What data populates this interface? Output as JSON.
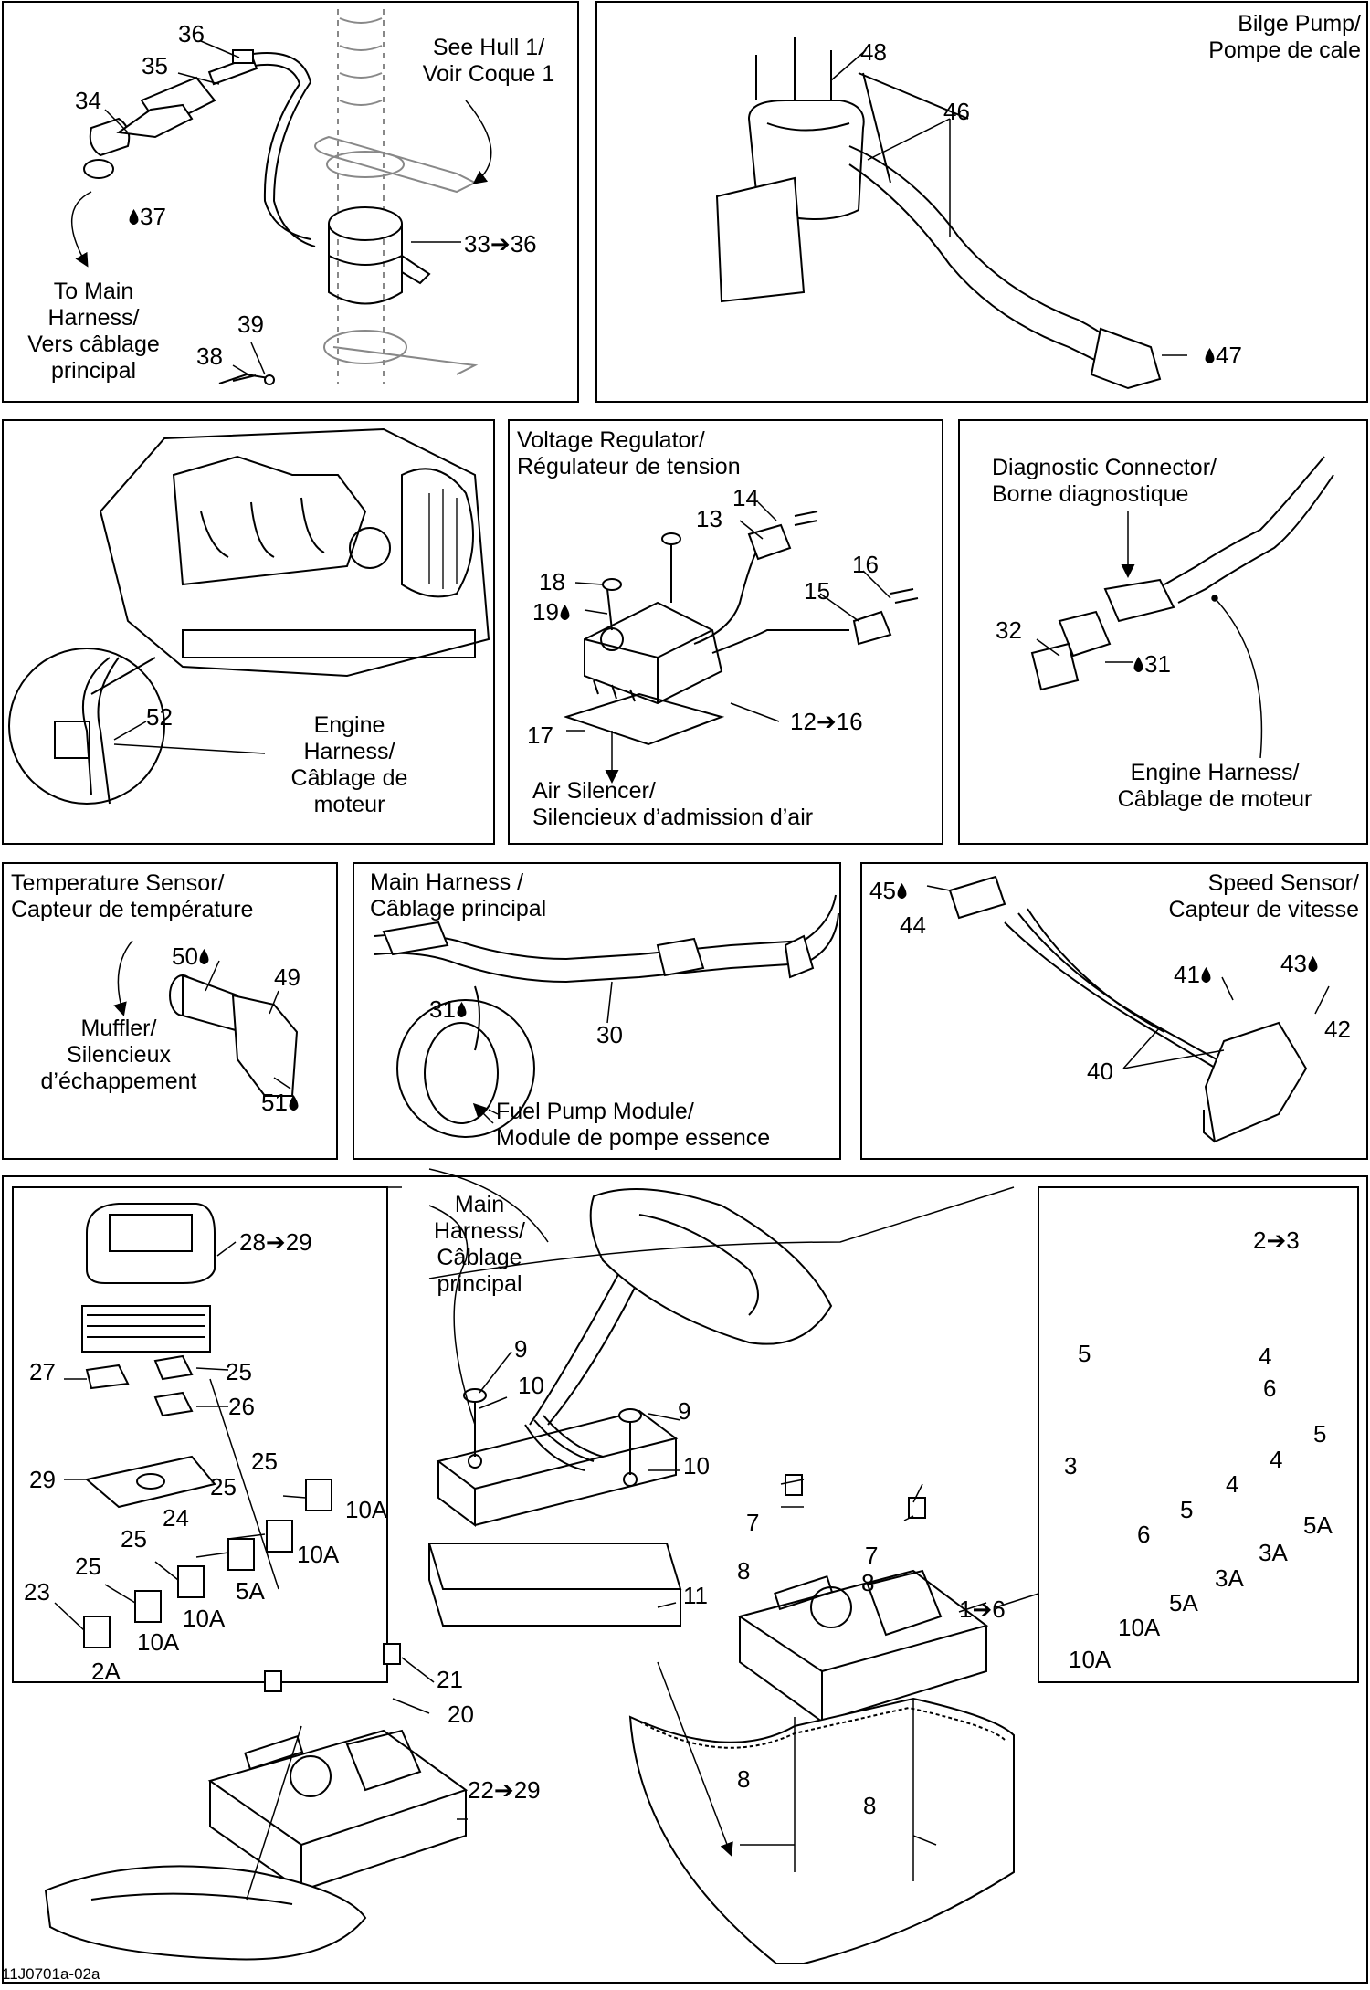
{
  "panels": {
    "hull": {
      "see_hull": "See Hull 1/",
      "voir_coque": "Voir Coque 1",
      "to_main": "To Main",
      "harness": "Harness/",
      "vers": "Vers câblage",
      "principal": "principal",
      "refs": {
        "r36": "36",
        "r35": "35",
        "r34": "34",
        "r37": "37",
        "r33_36": "33",
        "r33_36b": "36",
        "r39": "39",
        "r38": "38"
      }
    },
    "bilge": {
      "title1": "Bilge Pump/",
      "title2": "Pompe de cale",
      "refs": {
        "r48": "48",
        "r46": "46",
        "r47": "47"
      }
    },
    "engine": {
      "l1": "Engine",
      "l2": "Harness/",
      "l3": "Câblage de",
      "l4": "moteur",
      "refs": {
        "r52": "52"
      }
    },
    "voltage": {
      "title1": "Voltage Regulator/",
      "title2": "Régulateur de tension",
      "air1": "Air Silencer/",
      "air2": "Silencieux d’admission d’air",
      "refs": {
        "r14": "14",
        "r13": "13",
        "r16": "16",
        "r18": "18",
        "r15": "15",
        "r19": "19",
        "r17": "17",
        "r12a": "12",
        "r12b": "16"
      }
    },
    "diag": {
      "title1": "Diagnostic Connector/",
      "title2": "Borne diagnostique",
      "eng1": "Engine Harness/",
      "eng2": "Câblage de moteur",
      "refs": {
        "r32": "32",
        "r31": "31"
      }
    },
    "temp": {
      "title1": "Temperature Sensor/",
      "title2": "Capteur de température",
      "m1": "Muffler/",
      "m2": "Silencieux",
      "m3": "d’échappement",
      "refs": {
        "r50": "50",
        "r49": "49",
        "r51": "51"
      }
    },
    "main": {
      "title1": "Main Harness /",
      "title2": "Câblage principal",
      "fp1": "Fuel Pump Module/",
      "fp2": "Module de pompe essence",
      "refs": {
        "r31": "31",
        "r30": "30"
      }
    },
    "speed": {
      "title1": "Speed Sensor/",
      "title2": "Capteur de vitesse",
      "refs": {
        "r45": "45",
        "r44": "44",
        "r41": "41",
        "r43": "43",
        "r42": "42",
        "r40": "40"
      }
    },
    "fuse": {
      "main1": "Main",
      "main2": "Harness/",
      "main3": "Câblage",
      "main4": "principal",
      "left_refs": {
        "r28": "28",
        "r29b": "29",
        "r27": "27",
        "r25a": "25",
        "r26": "26",
        "r29": "29",
        "r25b": "25",
        "r25c": "25",
        "r24": "24",
        "r25d": "25",
        "r25e": "25",
        "r23": "23"
      },
      "left_amps": {
        "a10a": "10A",
        "a10b": "10A",
        "a5": "5A",
        "a10c": "10A",
        "a10d": "10A",
        "a2": "2A"
      },
      "center_refs": {
        "r9a": "9",
        "r10a": "10",
        "r9b": "9",
        "r10b": "10",
        "r11": "11",
        "r21": "21",
        "r20": "20",
        "r22": "22",
        "r29": "29",
        "r7a": "7",
        "r8a": "8",
        "r7b": "7",
        "r8b": "8",
        "r1": "1",
        "r6": "6",
        "r8c": "8",
        "r8d": "8"
      },
      "right_refs": {
        "r2": "2",
        "r3b": "3",
        "r5a": "5",
        "r4a": "4",
        "r6a": "6",
        "r5b": "5",
        "r3": "3",
        "r4b": "4",
        "r4c": "4",
        "r5c": "5",
        "r6b": "6"
      },
      "right_amps": {
        "a5a": "5A",
        "a3a": "3A",
        "a3b": "3A",
        "a5b": "5A",
        "a10a": "10A",
        "a10b": "10A"
      }
    }
  },
  "footer": "11J0701a-02a"
}
